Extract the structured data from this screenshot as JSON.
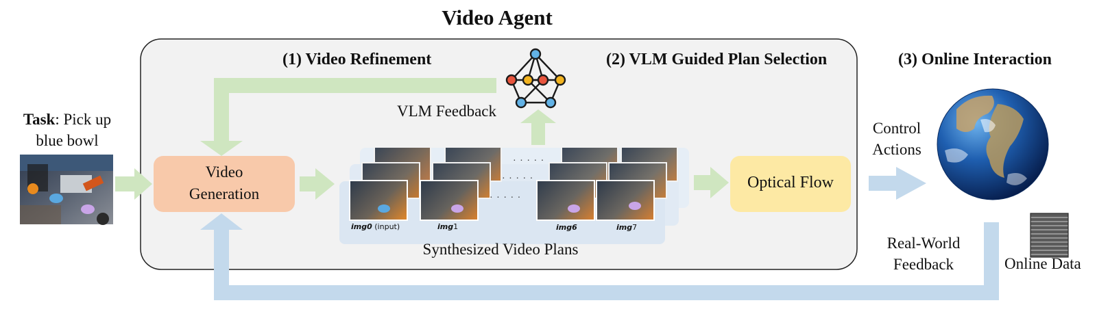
{
  "title": "Video Agent",
  "stages": {
    "refinement": "(1) Video Refinement",
    "plan_selection": "(2) VLM Guided Plan Selection",
    "online_interaction": "(3) Online Interaction"
  },
  "task": {
    "bold": "Task",
    "rest": ": Pick up",
    "line2": "blue bowl"
  },
  "nodes": {
    "video_generation_line1": "Video",
    "video_generation_line2": "Generation",
    "optical_flow": "Optical Flow"
  },
  "labels": {
    "vlm_feedback": "VLM Feedback",
    "synthesized_video_plans": "Synthesized Video Plans",
    "control_actions_line1": "Control",
    "control_actions_line2": "Actions",
    "real_world_feedback_line1": "Real-World",
    "real_world_feedback_line2": "Feedback",
    "online_data": "Online Data",
    "ellipsis": "· · · · ·"
  },
  "frame_captions": [
    {
      "name": "img0",
      "suffix": " (input)"
    },
    {
      "name": "img",
      "suffix": "1"
    },
    {
      "name": "img6",
      "suffix": ""
    },
    {
      "name": "img",
      "suffix": "7"
    }
  ],
  "colors": {
    "green_arrow": "#cfe6c0",
    "blue_arrow": "#c3d9ec",
    "video_generation_fill": "#f8c9aa",
    "optical_flow_fill": "#fde9a4",
    "agent_panel_fill": "#f2f2f2",
    "node_red": "#e8553e",
    "node_yellow": "#f2b320",
    "node_blue": "#62b2e6"
  },
  "icons": [
    "graph-network-icon",
    "earth-globe-icon",
    "data-stack-icon",
    "kitchen-scene-image"
  ]
}
